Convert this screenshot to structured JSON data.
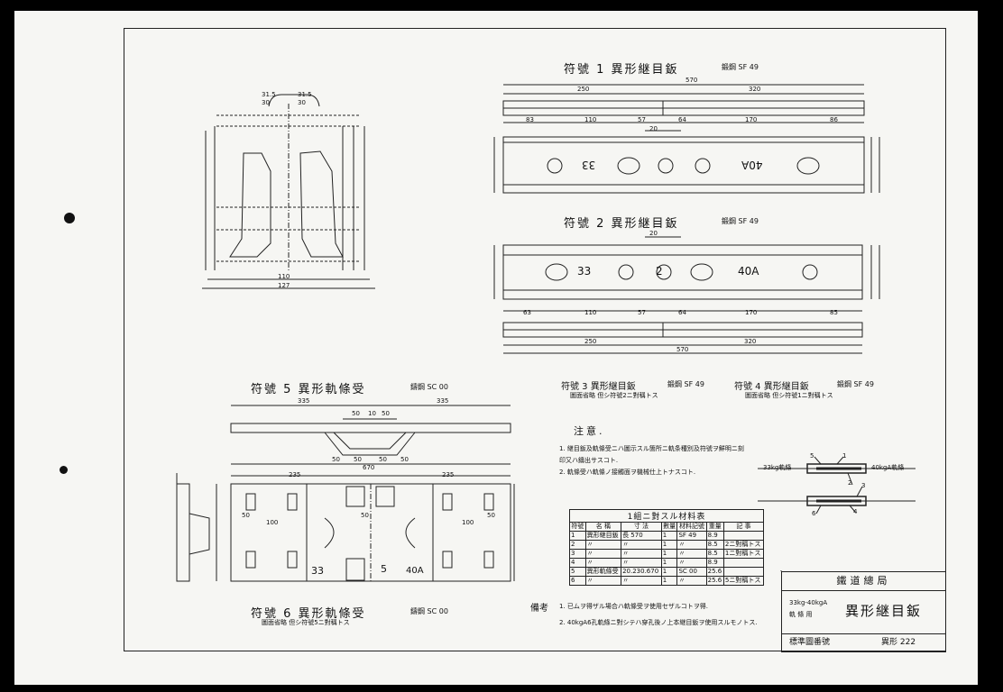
{
  "drawings": {
    "d1": {
      "title": "符號 1 異形継目鈑",
      "material": "鍛鋼 SF 49",
      "dims_top": [
        "570",
        "250",
        "320"
      ],
      "dims_bottom": [
        "83",
        "110",
        "57",
        "64",
        "170",
        "86"
      ],
      "dim_mid": "20",
      "stamps": [
        "33",
        "40A"
      ]
    },
    "d2": {
      "title": "符號 2 異形継目鈑",
      "material": "鍛鋼 SF 49",
      "dims_top": [
        "20"
      ],
      "dims_mid": [
        "63",
        "110",
        "57",
        "64",
        "170",
        "85"
      ],
      "dims_bottom": [
        "250",
        "320",
        "570"
      ],
      "stamps": [
        "33",
        "2",
        "40A"
      ]
    },
    "d3": {
      "title": "符號 3 異形継目鈑",
      "material": "鍛鋼 SF 49",
      "note": "圖面省略 但シ符號2ニ對稱トス"
    },
    "d4": {
      "title": "符號 4 異形継目鈑",
      "material": "鍛鋼 SF 49",
      "note": "圖面省略 但シ符號1ニ對稱トス"
    },
    "d5": {
      "title": "符號 5 異形軌條受",
      "material": "鑄鋼 SC 00",
      "dims_top": [
        "335",
        "335"
      ],
      "dims_mid": [
        "50",
        "10",
        "50"
      ],
      "dims_low": [
        "50",
        "50",
        "50",
        "50"
      ],
      "dim_total": "670",
      "dims_plan": [
        "235",
        "235"
      ],
      "dims_plan2": [
        "50",
        "100",
        "50",
        "100",
        "50"
      ],
      "stamps": [
        "33",
        "5",
        "40A"
      ]
    },
    "d6": {
      "title": "符號 6 異形軌條受",
      "material": "鑄鋼 SC 00",
      "note": "圖面省略 但シ符號5ニ對稱トス"
    },
    "section": {
      "dims_top": [
        "31.5",
        "30",
        "31.5",
        "30"
      ],
      "dims_bottom": [
        "110",
        "127"
      ]
    }
  },
  "notes": {
    "heading": "注意.",
    "items": [
      "1. 継目鈑及軌條受ニハ圖示スル箇所ニ軌条種別及符號ヲ鮮明ニ刻印又ハ鑄出サスコト.",
      "2. 軌條受ハ軌條ノ接觸面ヲ機械仕上トナスコト."
    ]
  },
  "schematic": {
    "left_rail": "33kg軌條",
    "right_rail": "40kgA軌條",
    "labels": [
      "5",
      "1",
      "2",
      "3",
      "6",
      "4"
    ]
  },
  "materials_table": {
    "title": "1組ニ對スル材料表",
    "headers": [
      "符號",
      "名 稱",
      "寸 法",
      "數量",
      "材料記號",
      "重量",
      "記 事"
    ],
    "rows": [
      [
        "1",
        "異形継目鈑",
        "長 570",
        "1",
        "SF 49",
        "8.9",
        ""
      ],
      [
        "2",
        "〃",
        "〃",
        "1",
        "〃",
        "8.5",
        "2ニ對稱トス"
      ],
      [
        "3",
        "〃",
        "〃",
        "1",
        "〃",
        "8.5",
        "1ニ對稱トス"
      ],
      [
        "4",
        "〃",
        "〃",
        "1",
        "〃",
        "8.9",
        ""
      ],
      [
        "5",
        "異形軌條受",
        "20.230.670",
        "1",
        "SC 00",
        "25.6",
        ""
      ],
      [
        "6",
        "〃",
        "〃",
        "1",
        "〃",
        "25.6",
        "5ニ對稱トス"
      ]
    ]
  },
  "remarks": {
    "label": "備考",
    "items": [
      "1. 已ムヲ得ザル場合ハ軌條受ヲ使用セザルコトヲ得.",
      "2. 40kgA6孔軌條ニ對シテハ穿孔後ノ上本継目鈑ヲ使用スルモノトス."
    ]
  },
  "title_block": {
    "org": "鐵道總局",
    "subtitle_line1": "33kg-40kgA",
    "subtitle_line2": "軌 條 用",
    "name": "異形継目鈑",
    "series": "標準圖番號",
    "number": "異形 222"
  },
  "colors": {
    "paper": "#f6f6f3",
    "ink": "#111111",
    "background": "#000000"
  }
}
